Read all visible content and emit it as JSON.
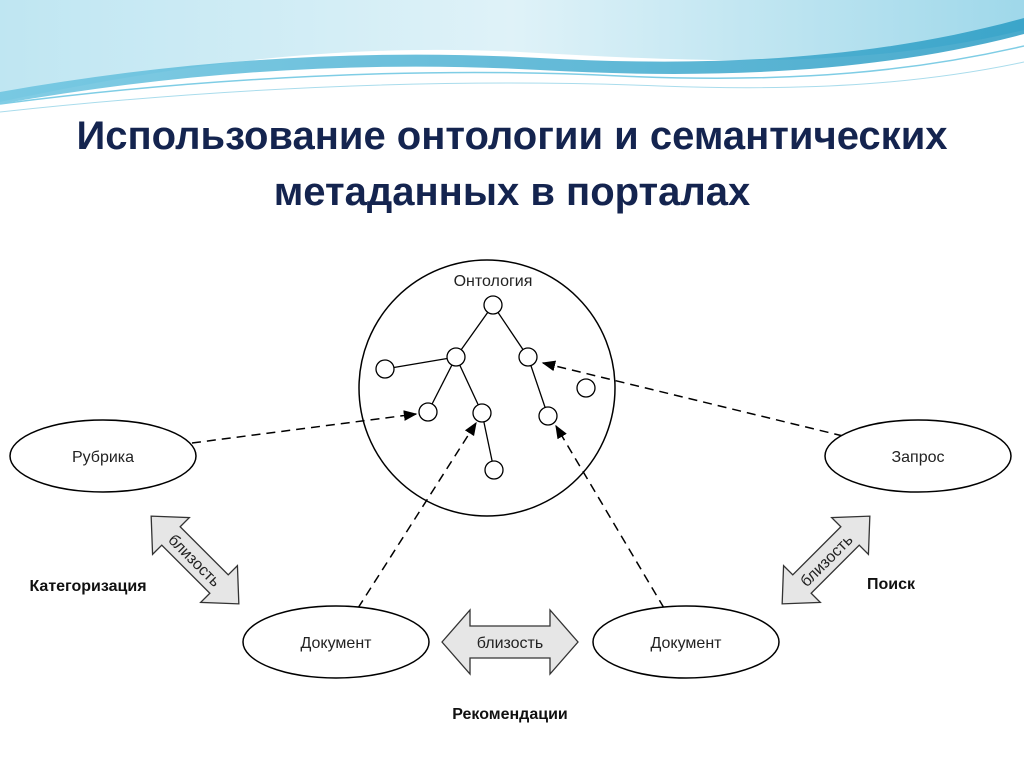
{
  "slide": {
    "title_line1": "Использование онтологии и семантических",
    "title_line2": "метаданных в порталах"
  },
  "diagram": {
    "ontology_label": "Онтология",
    "rubric_label": "Рубрика",
    "query_label": "Запрос",
    "document_left_label": "Документ",
    "document_right_label": "Документ",
    "proximity_left_label": "близость",
    "proximity_bottom_label": "близость",
    "proximity_right_label": "близость",
    "categorization_label": "Категоризация",
    "search_label": "Поиск",
    "recommendations_label": "Рекомендации"
  },
  "colors": {
    "title": "#14244f",
    "wave_light": "#d6eef6",
    "wave_mid": "#8fd2e6",
    "wave_accent": "#2a9cc4",
    "arrow_fill": "#e6e6e6",
    "line": "#000000"
  }
}
